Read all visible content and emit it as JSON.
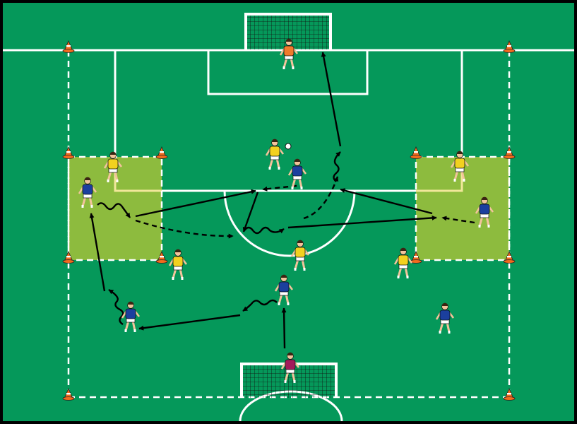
{
  "colors": {
    "background": "#000000",
    "pitch": "#05985a",
    "zone": "#8dbb3e",
    "line": "#ffffff",
    "highlight_line": "#f1e79a",
    "arrow": "#000000",
    "team_blue": "#1b3f9e",
    "team_yellow": "#f2d11f",
    "goalkeeper_top": "#f07a2b",
    "goalkeeper_bottom": "#a2195b",
    "cone": "#f26b1d",
    "skin": "#f2c49b",
    "hair": "#3b2412"
  },
  "icons": {
    "cone": "traffic-cone-icon",
    "player": "soccer-player-icon",
    "ball": "soccer-ball-icon",
    "goal": "goal-net-icon"
  },
  "players": [
    {
      "role": "goalkeeper",
      "team": "goalkeeper_top"
    },
    {
      "role": "attacker",
      "team": "team_yellow"
    },
    {
      "role": "defender",
      "team": "team_blue"
    },
    {
      "role": "attacker",
      "team": "team_yellow"
    },
    {
      "role": "defender",
      "team": "team_blue"
    },
    {
      "role": "attacker",
      "team": "team_yellow"
    },
    {
      "role": "defender",
      "team": "team_blue"
    },
    {
      "role": "attacker",
      "team": "team_yellow"
    },
    {
      "role": "attacker",
      "team": "team_yellow"
    },
    {
      "role": "attacker",
      "team": "team_yellow"
    },
    {
      "role": "defender",
      "team": "team_blue"
    },
    {
      "role": "defender",
      "team": "team_blue"
    },
    {
      "role": "defender",
      "team": "team_blue"
    },
    {
      "role": "goalkeeper",
      "team": "goalkeeper_bottom"
    }
  ]
}
